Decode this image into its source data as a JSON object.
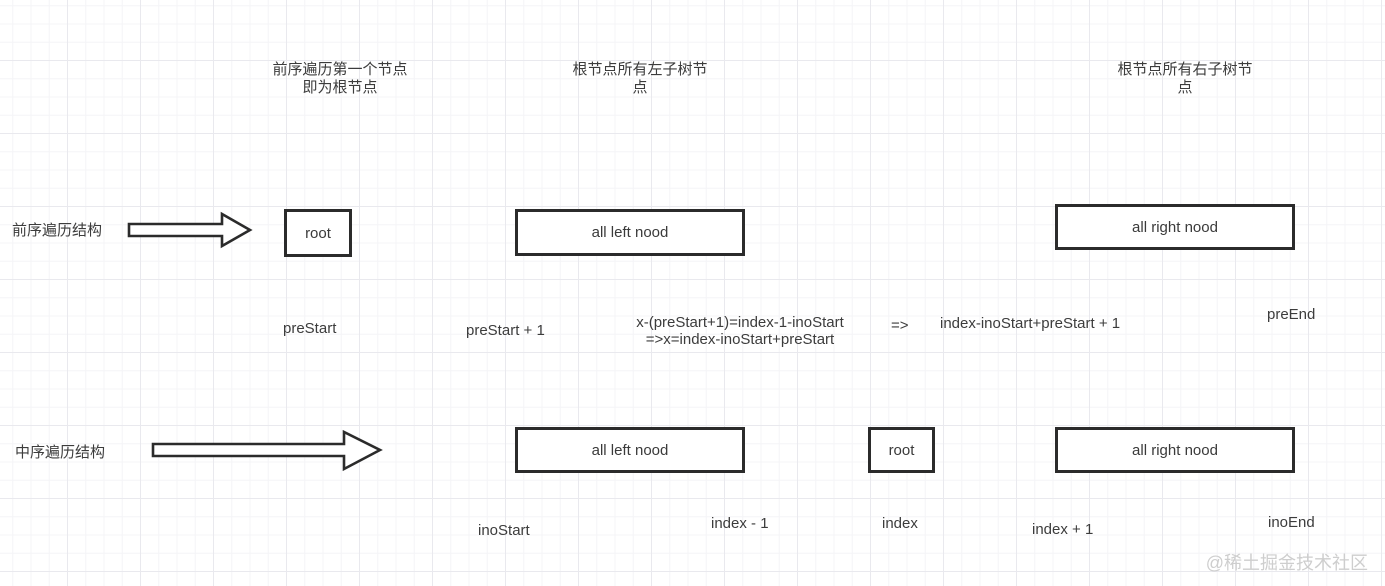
{
  "header_labels": [
    {
      "text": "前序遍历第一个节点\n即为根节点"
    },
    {
      "text": "根节点所有左子树节\n点"
    },
    {
      "text": "根节点所有右子树节\n点"
    }
  ],
  "preorder": {
    "row_label": "前序遍历结构",
    "boxes": [
      {
        "label": "root"
      },
      {
        "label": "all left nood"
      },
      {
        "label": "all right nood"
      }
    ],
    "markers": {
      "pre_start": "preStart",
      "pre_start_plus_1": "preStart + 1",
      "equation": "x-(preStart+1)=index-1-inoStart\n=>x=index-inoStart+preStart",
      "implies": "=>",
      "right_subtree_start": "index-inoStart+preStart + 1",
      "pre_end": "preEnd"
    }
  },
  "inorder": {
    "row_label": "中序遍历结构",
    "boxes": [
      {
        "label": "all left nood"
      },
      {
        "label": "root"
      },
      {
        "label": "all right nood"
      }
    ],
    "markers": {
      "ino_start": "inoStart",
      "index_minus_1": "index - 1",
      "index": "index",
      "index_plus_1": "index + 1",
      "ino_end": "inoEnd"
    }
  },
  "watermark": "@稀土掘金技术社区",
  "colors": {
    "shape_stroke": "#2b2b2b",
    "text": "#3c3c3c",
    "grid_minor": "#f4f4f7",
    "grid_major": "#e9e9ee",
    "watermark": "#cecece"
  }
}
